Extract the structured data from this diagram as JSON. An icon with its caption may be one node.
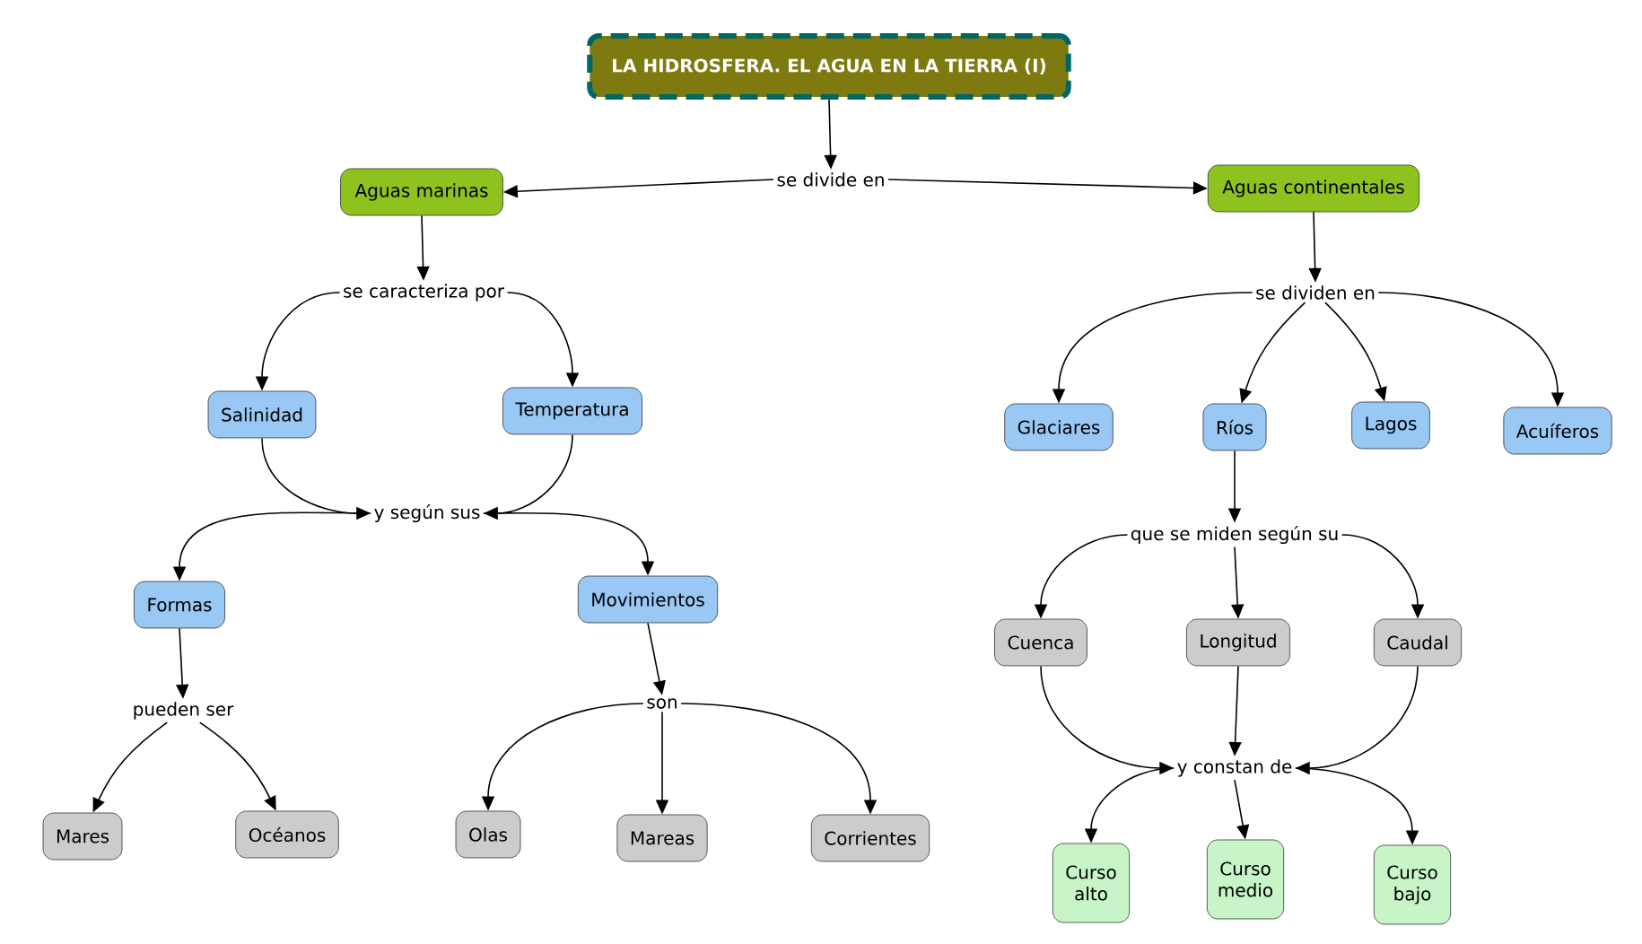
{
  "diagram": {
    "nodes": [
      {
        "text": [
          "LA HIDROSFERA. EL AGUA EN LA TIERRA (I)"
        ]
      },
      {
        "text": [
          "se divide en"
        ]
      },
      {
        "text": [
          "Aguas marinas"
        ]
      },
      {
        "text": [
          "Aguas continentales"
        ]
      },
      {
        "text": [
          "se caracteriza por"
        ]
      },
      {
        "text": [
          "Salinidad"
        ]
      },
      {
        "text": [
          "Temperatura"
        ]
      },
      {
        "text": [
          "y según sus"
        ]
      },
      {
        "text": [
          "Formas"
        ]
      },
      {
        "text": [
          "Movimientos"
        ]
      },
      {
        "text": [
          "pueden ser"
        ]
      },
      {
        "text": [
          "son"
        ]
      },
      {
        "text": [
          "Mares"
        ]
      },
      {
        "text": [
          "Océanos"
        ]
      },
      {
        "text": [
          "Olas"
        ]
      },
      {
        "text": [
          "Mareas"
        ]
      },
      {
        "text": [
          "Corrientes"
        ]
      },
      {
        "text": [
          "se dividen en"
        ]
      },
      {
        "text": [
          "Glaciares"
        ]
      },
      {
        "text": [
          "Ríos"
        ]
      },
      {
        "text": [
          "Lagos"
        ]
      },
      {
        "text": [
          "Acuíferos"
        ]
      },
      {
        "text": [
          "que se miden según su"
        ]
      },
      {
        "text": [
          "Cuenca"
        ]
      },
      {
        "text": [
          "Longitud"
        ]
      },
      {
        "text": [
          "Caudal"
        ]
      },
      {
        "text": [
          "y constan de"
        ]
      },
      {
        "text": [
          "Curso alto"
        ]
      },
      {
        "text": [
          "Curso medio"
        ]
      },
      {
        "text": [
          "Curso bajo"
        ]
      }
    ],
    "edges": [
      {
        "from": 0,
        "to": 1,
        "arrow": "to"
      },
      {
        "from": 1,
        "to": 2,
        "arrow": "to"
      },
      {
        "from": 1,
        "to": 3,
        "arrow": "to"
      },
      {
        "from": 2,
        "to": 4,
        "arrow": "to"
      },
      {
        "from": 4,
        "to": 5,
        "arrow": "to"
      },
      {
        "from": 4,
        "to": 6,
        "arrow": "to"
      },
      {
        "from": 5,
        "to": 7,
        "arrow": "to"
      },
      {
        "from": 6,
        "to": 7,
        "arrow": "to"
      },
      {
        "from": 7,
        "to": 8,
        "arrow": "to"
      },
      {
        "from": 7,
        "to": 9,
        "arrow": "to"
      },
      {
        "from": 8,
        "to": 10,
        "arrow": "to"
      },
      {
        "from": 10,
        "to": 12,
        "arrow": "to"
      },
      {
        "from": 10,
        "to": 13,
        "arrow": "to"
      },
      {
        "from": 9,
        "to": 11,
        "arrow": "to"
      },
      {
        "from": 11,
        "to": 14,
        "arrow": "to"
      },
      {
        "from": 11,
        "to": 15,
        "arrow": "to"
      },
      {
        "from": 11,
        "to": 16,
        "arrow": "to"
      },
      {
        "from": 3,
        "to": 17,
        "arrow": "to"
      },
      {
        "from": 17,
        "to": 18,
        "arrow": "to"
      },
      {
        "from": 17,
        "to": 19,
        "arrow": "to"
      },
      {
        "from": 17,
        "to": 20,
        "arrow": "to"
      },
      {
        "from": 17,
        "to": 21,
        "arrow": "to"
      },
      {
        "from": 19,
        "to": 22,
        "arrow": "to"
      },
      {
        "from": 22,
        "to": 23,
        "arrow": "to"
      },
      {
        "from": 22,
        "to": 24,
        "arrow": "to"
      },
      {
        "from": 22,
        "to": 25,
        "arrow": "to"
      },
      {
        "from": 23,
        "to": 26,
        "arrow": "to"
      },
      {
        "from": 24,
        "to": 26,
        "arrow": "to"
      },
      {
        "from": 25,
        "to": 26,
        "arrow": "to"
      },
      {
        "from": 26,
        "to": 27,
        "arrow": "to"
      },
      {
        "from": 26,
        "to": 28,
        "arrow": "to"
      },
      {
        "from": 26,
        "to": 29,
        "arrow": "to"
      }
    ]
  }
}
